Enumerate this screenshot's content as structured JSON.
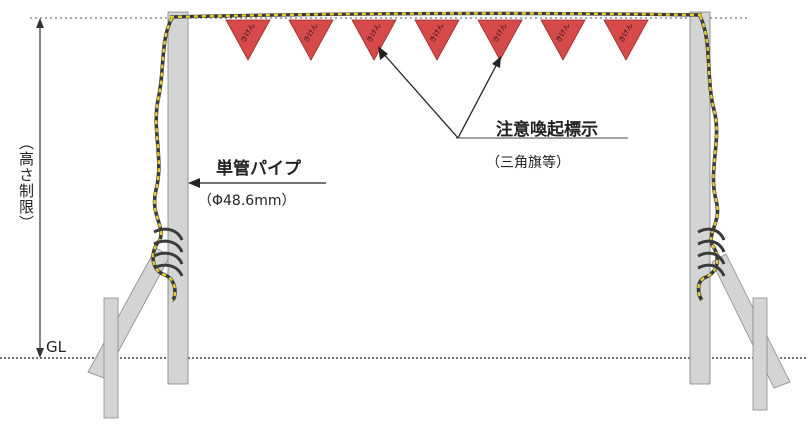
{
  "labels": {
    "warning_sign": "注意喚起標示",
    "warning_sign_note": "（三角旗等）",
    "pipe": "単管パイプ",
    "pipe_spec": "（Φ48.6mm）",
    "height_limit": "（高さ制限）",
    "ground_level": "GL"
  },
  "flag_text": "きけん",
  "flags_count": 7,
  "colors": {
    "flag": "#d64a4a",
    "pole": "#d2d5d3",
    "rope_dark": "#3a3a3a",
    "rope_light": "#e8cf32",
    "line": "#333333"
  }
}
